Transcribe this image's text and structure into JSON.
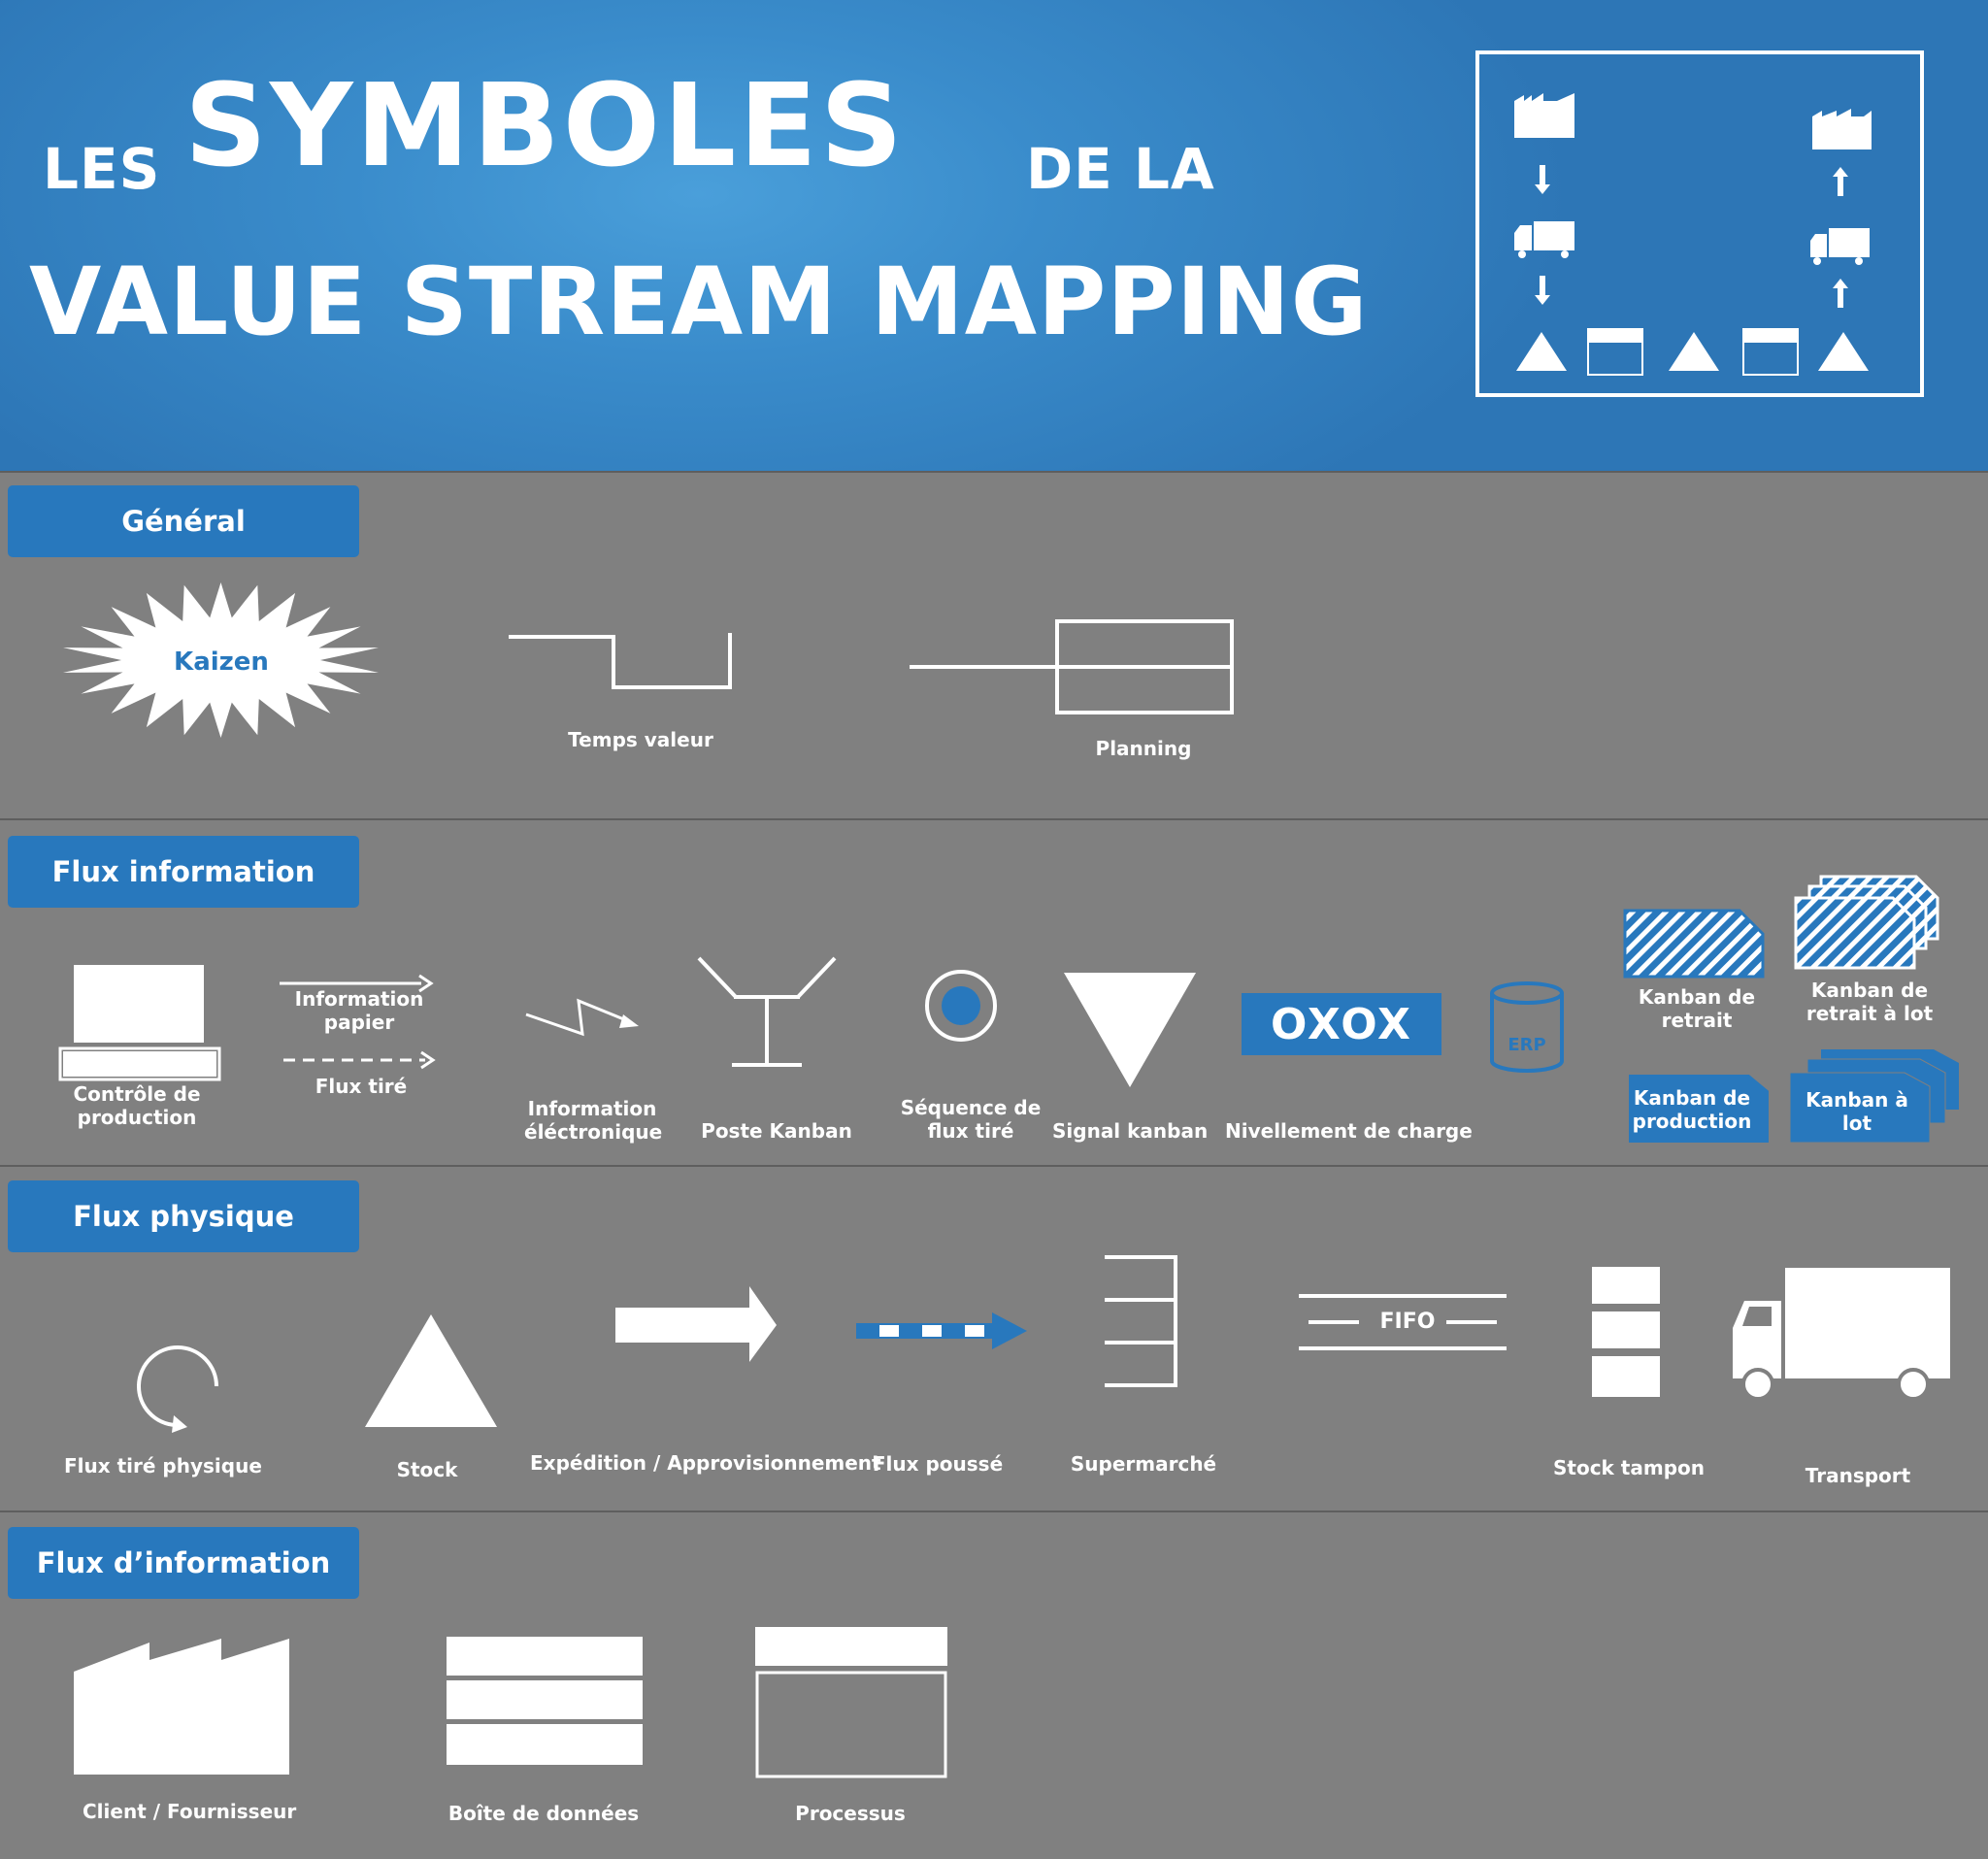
{
  "header": {
    "title_les": "LES",
    "title_symboles": "SYMBOLES",
    "title_dela": "DE LA",
    "title_line2": "VALUE STREAM MAPPING"
  },
  "sections": {
    "general": {
      "title": "Général",
      "kaizen": "Kaizen",
      "temps_valeur": "Temps valeur",
      "planning": "Planning"
    },
    "flux_information": {
      "title": "Flux information",
      "controle_production": "Contrôle de production",
      "information_papier": "Information papier",
      "flux_tire": "Flux tiré",
      "information_electronique": "Information éléctronique",
      "poste_kanban": "Poste Kanban",
      "sequence_flux_tire": "Séquence de flux tiré",
      "signal_kanban": "Signal kanban",
      "nivellement_text": "OXOX",
      "nivellement_charge": "Nivellement de charge",
      "erp": "ERP",
      "kanban_retrait": "Kanban de retrait",
      "kanban_retrait_lot": "Kanban de retrait à lot",
      "kanban_production": "Kanban de production",
      "kanban_lot": "Kanban à lot"
    },
    "flux_physique": {
      "title": "Flux physique",
      "flux_tire_physique": "Flux tiré physique",
      "stock": "Stock",
      "expedition": "Expédition / Approvisionnement",
      "flux_pousse": "Flux poussé",
      "supermarche": "Supermarché",
      "fifo": "FIFO",
      "stock_tampon": "Stock tampon",
      "transport": "Transport"
    },
    "flux_dinformation": {
      "title": "Flux d’information",
      "client_fournisseur": "Client / Fournisseur",
      "boite_donnees": "Boîte de données",
      "processus": "Processus"
    }
  },
  "colors": {
    "accent_blue": "#2878bd",
    "section_gray": "#808080",
    "symbol_white": "#ffffff"
  }
}
